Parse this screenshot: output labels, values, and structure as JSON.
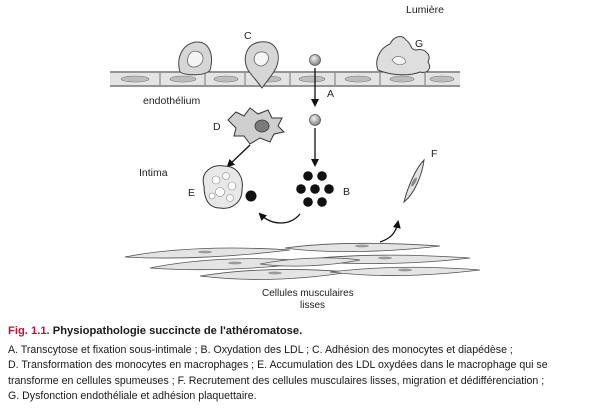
{
  "diagram": {
    "labels": {
      "lumiere": "Lumière",
      "endothelium": "endothélium",
      "intima": "Intima",
      "smooth_muscle_line1": "Cellules musculaires",
      "smooth_muscle_line2": "lisses",
      "A": "A",
      "B": "B",
      "C": "C",
      "D": "D",
      "E": "E",
      "F": "F",
      "G": "G"
    },
    "icons": [
      "monocyte-cell",
      "ldl-particle",
      "macrophage-cell",
      "foam-cell",
      "platelet",
      "smooth-muscle-cell",
      "curved-arrow"
    ]
  },
  "caption": {
    "fig_num": "Fig. 1.1.",
    "title": " Physiopathologie succincte de l'athéromatose.",
    "line1": "A. Transcytose et fixation sous-intimale ; B. Oxydation des LDL ; C. Adhésion des monocytes et diapédèse ;",
    "line2": "D. Transformation des monocytes en macrophages ; E. Accumulation des LDL oxydées dans le macrophage qui se",
    "line3": "transforme en cellules spumeuses ; F. Recrutement des cellules musculaires lisses, migration et dédifférenciation ;",
    "line4": "G. Dysfonction endothéliale et adhésion plaquettaire."
  }
}
